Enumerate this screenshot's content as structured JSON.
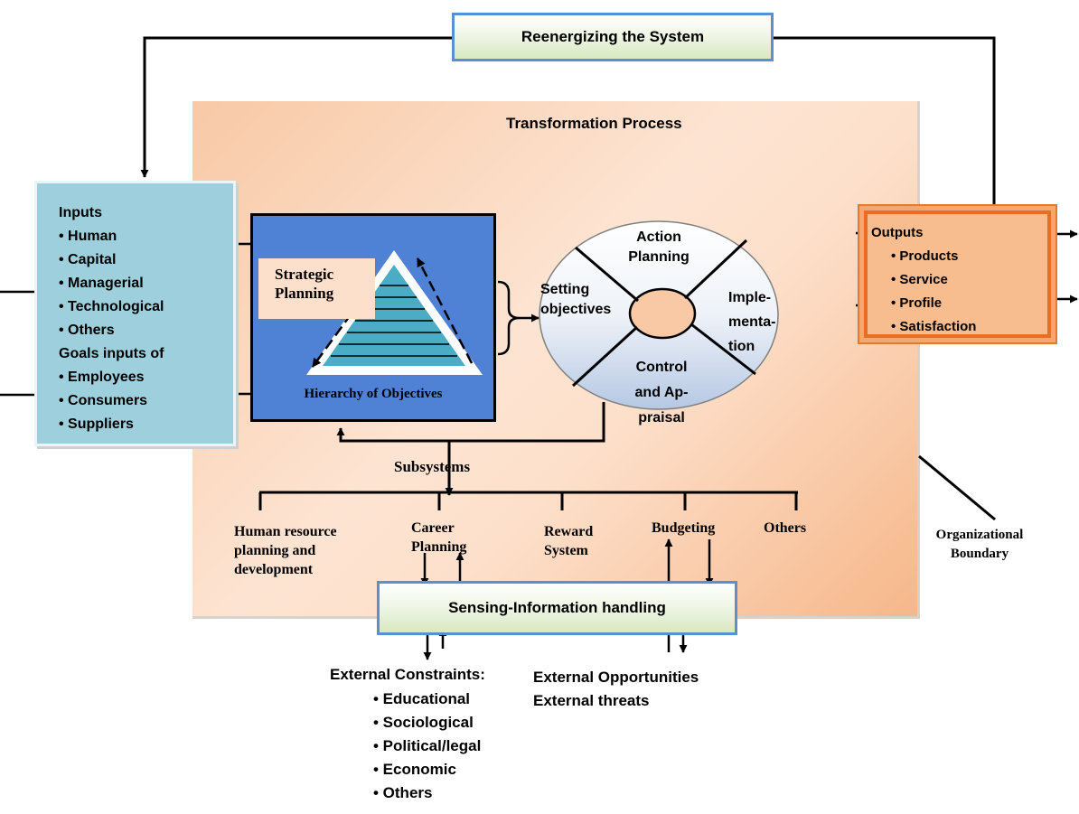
{
  "transformation": {
    "title": "Transformation Process"
  },
  "reenergizing": {
    "label": "Reenergizing the System"
  },
  "inputs": {
    "title": "Inputs",
    "items": [
      "• Human",
      "• Capital",
      "• Managerial",
      "• Technological",
      "• Others"
    ],
    "goals_title": "Goals inputs of",
    "goals_items": [
      "• Employees",
      "• Consumers",
      "• Suppliers"
    ]
  },
  "hierarchy": {
    "strategic_line1": "Strategic",
    "strategic_line2": "Planning",
    "caption": "Hierarchy of Objectives"
  },
  "cycle": {
    "action_line1": "Action",
    "action_line2": "Planning",
    "setting_line1": "Setting",
    "setting_line2": "objectives",
    "impl_line1": "Imple-",
    "impl_line2": "menta-",
    "impl_line3": "tion",
    "control_line1": "Control",
    "control_line2": "and Ap-",
    "control_line3": "praisal"
  },
  "outputs": {
    "title": "Outputs",
    "items": [
      "• Products",
      "• Service",
      "• Profile",
      "• Satisfaction"
    ]
  },
  "subsystems": {
    "title": "Subsystems",
    "hr_line1": "Human resource",
    "hr_line2": "planning and",
    "hr_line3": "development",
    "career_line1": "Career",
    "career_line2": "Planning",
    "reward_line1": "Reward",
    "reward_line2": "System",
    "budgeting": "Budgeting",
    "others": "Others"
  },
  "sensing": {
    "label": "Sensing-Information handling"
  },
  "boundary": {
    "line1": "Organizational",
    "line2": "Boundary"
  },
  "external": {
    "constraints_title": "External Constraints:",
    "constraints_items": [
      "• Educational",
      "• Sociological",
      "• Political/legal",
      "• Economic",
      "• Others"
    ],
    "opportunities": "External Opportunities",
    "threats": "External threats"
  },
  "colors": {
    "inputs_fill": "#9dd0dc",
    "hierarchy_fill": "#4f81d4",
    "outputs_fill": "#f8bd8e",
    "outputs_border": "#e86f1f",
    "box_border_blue": "#5b8fd0",
    "pyramid_fill": "#4aacc5"
  }
}
